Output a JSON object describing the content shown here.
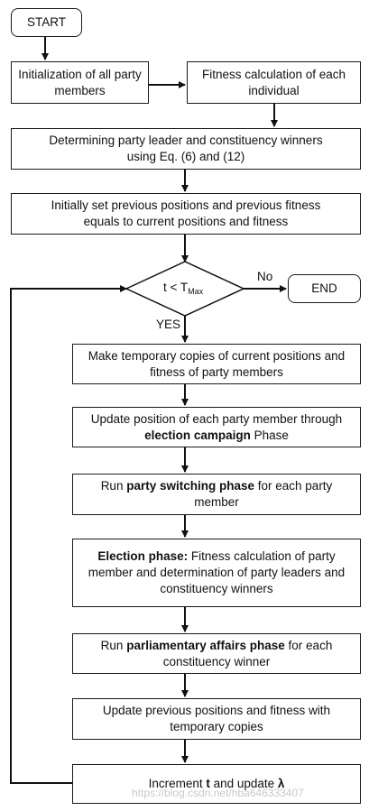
{
  "nodes": {
    "start": "START",
    "init": "Initialization of all party members",
    "fitness": "Fitness calculation of each individual",
    "leader": "Determining party leader and constituency winners using Eq. (6) and (12)",
    "initset": "Initially set previous positions and previous fitness equals to current positions and fitness",
    "condition": {
      "t": "t < T",
      "sub": "Max"
    },
    "end": "END",
    "copies": "Make temporary copies of current positions and fitness of party members",
    "campaign": {
      "pre": "Update position of each party member through ",
      "bold": "election campaign",
      "post": " Phase"
    },
    "switching": {
      "pre": "Run ",
      "bold": "party switching phase",
      "post": " for each party member"
    },
    "election": {
      "bold": "Election phase:",
      "post": " Fitness calculation of party member and determination of party leaders and constituency winners"
    },
    "parliament": {
      "pre": "Run ",
      "bold": "parliamentary affairs phase",
      "post": " for each constituency winner"
    },
    "update": "Update previous positions and fitness with temporary copies",
    "increment": {
      "pre": "Increment ",
      "bold1": "t",
      "mid": " and update ",
      "bold2": "λ"
    }
  },
  "labels": {
    "no": "No",
    "yes": "YES"
  },
  "watermark": "https://blog.csdn.net/hba646333407"
}
